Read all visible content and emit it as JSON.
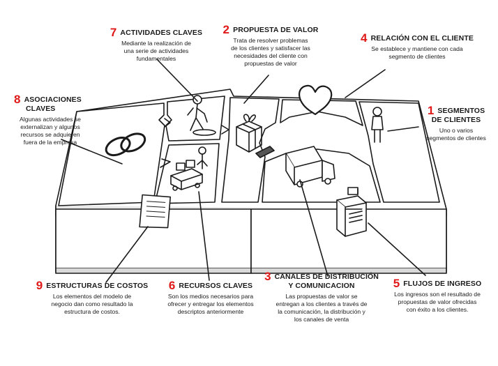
{
  "blocks": [
    {
      "id": "actividades",
      "number": "7",
      "title": "ACTIVIDADES CLAVES",
      "desc": [
        "Mediante la realización de",
        "una serie de actividades",
        "fundamentales"
      ]
    },
    {
      "id": "propuesta",
      "number": "2",
      "title": "PROPUESTA DE VALOR",
      "desc": [
        "Trata de resolver problemas",
        "de los clientes y satisfacer las",
        "necesidades del cliente con",
        "propuestas de valor"
      ]
    },
    {
      "id": "relacion",
      "number": "4",
      "title": "RELACIÓN CON EL CLIENTE",
      "desc": [
        "Se establece y mantiene con cada",
        "segmento de clientes"
      ]
    },
    {
      "id": "asociaciones",
      "number": "8",
      "title": [
        "ASOCIACIONES",
        "CLAVES"
      ],
      "desc": [
        "Algunas actividades se",
        "externalizan y algunos",
        "recursos se adquieren",
        "fuera de la empresa"
      ]
    },
    {
      "id": "segmentos",
      "number": "1",
      "title": [
        "SEGMENTOS",
        "DE CLIENTES"
      ],
      "desc": [
        "Uno o varios",
        "segmentos de clientes"
      ]
    },
    {
      "id": "costos",
      "number": "9",
      "title": "ESTRUCTURAS DE COSTOS",
      "desc": [
        "Los elementos del modelo de",
        "negocio dan como resultado la",
        "estructura de costos."
      ]
    },
    {
      "id": "recursos",
      "number": "6",
      "title": "RECURSOS CLAVES",
      "desc": [
        "Son los medios necesarios para",
        "ofrecer y entregar los elementos",
        "descriptos anteriormente"
      ]
    },
    {
      "id": "canales",
      "number": "3",
      "title": [
        "CANALES DE DISTRIBUCIÓN",
        "Y COMUNICACION"
      ],
      "desc": [
        "Las propuestas de valor se",
        "entregan a los clientes a través de",
        "la comunicación, la distribución y",
        "los canales de venta"
      ]
    },
    {
      "id": "flujos",
      "number": "5",
      "title": "FLUJOS DE INGRESO",
      "desc": [
        "Los ingresos son el resultado de",
        "propuestas de valor ofrecidas",
        "con éxito a los clientes."
      ]
    }
  ],
  "colors": {
    "number": "#e01818",
    "line": "#1a1a1a",
    "board": "#ffffff",
    "shadow": "#d9d9d9"
  },
  "icons": [
    "rings-icon",
    "worker-icon",
    "gift-icon",
    "heart-icon",
    "person-icon",
    "truck-icon",
    "cash-register-icon",
    "forklift-icon",
    "document-icon"
  ]
}
